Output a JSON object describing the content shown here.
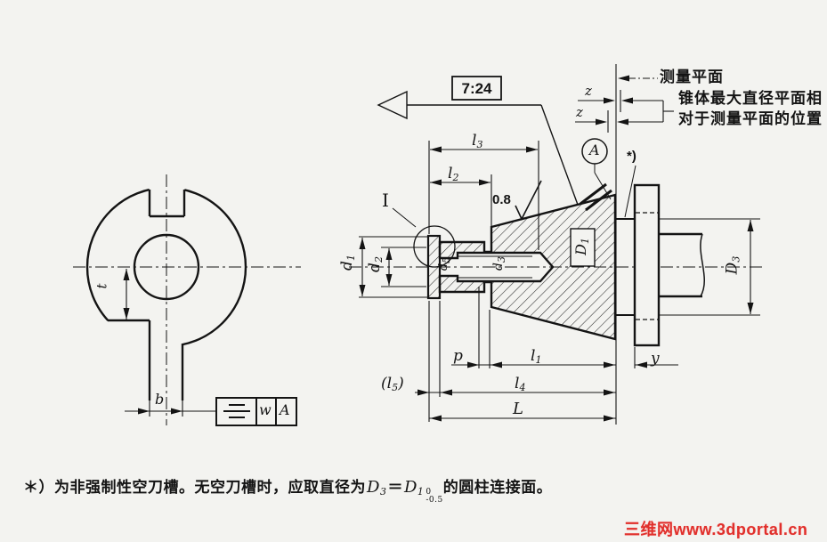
{
  "figure": {
    "taper_callout": "7:24",
    "surface_roughness": "0.8",
    "detail_label": "I",
    "datum_label": "A",
    "star_label": "*)",
    "measuring_plane_label": "测量平面",
    "zone_note_line1": "锥体最大直径平面相",
    "zone_note_line2": "对于测量平面的位置"
  },
  "dim_labels": {
    "t": {
      "base": "t"
    },
    "b": {
      "base": "b"
    },
    "d1": {
      "base": "d",
      "sub": "1"
    },
    "d2": {
      "base": "d",
      "sub": "2"
    },
    "d5_inner": {
      "base": "d",
      "sub": "5"
    },
    "d3_inner": {
      "base": "d",
      "sub": "3"
    },
    "l1": {
      "base": "l",
      "sub": "1"
    },
    "l2": {
      "base": "l",
      "sub": "2"
    },
    "l3": {
      "base": "l",
      "sub": "3"
    },
    "l4": {
      "base": "l",
      "sub": "4"
    },
    "l5": {
      "pre": "(",
      "base": "l",
      "sub": "5",
      "post": ")"
    },
    "L": {
      "base": "L"
    },
    "p": {
      "base": "p"
    },
    "y": {
      "base": "y"
    },
    "z_upper": {
      "base": "z"
    },
    "z_lower": {
      "base": "z"
    },
    "D1": {
      "base": "D",
      "sub": "1"
    },
    "D3": {
      "base": "D",
      "sub": "3"
    }
  },
  "tolerance_frame": {
    "symbol_name": "symmetry",
    "value": "w",
    "datum": "A"
  },
  "note": {
    "marker": "＊）",
    "text_before": "为非强制性空刀槽。无空刀槽时，应取直径为",
    "d3": {
      "base": "D",
      "sub": "3"
    },
    "equals": "＝",
    "d1": {
      "base": "D",
      "sub": "1"
    },
    "tol_upper": "0",
    "tol_lower": "-0.5",
    "text_after": "的圆柱连接面。"
  },
  "watermark": "三维网www.3dportal.cn"
}
